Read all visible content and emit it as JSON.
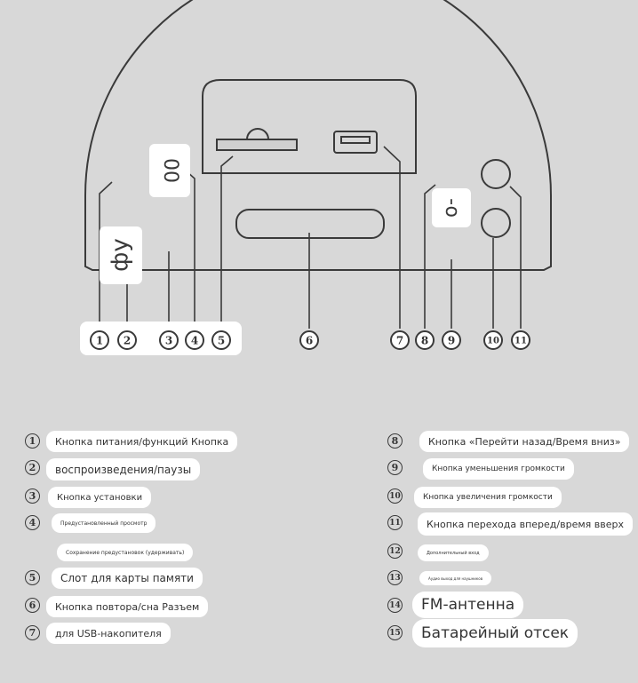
{
  "diagram": {
    "callout_numbers": [
      "1",
      "2",
      "3",
      "4",
      "5",
      "6",
      "7",
      "8",
      "9",
      "10",
      "11"
    ],
    "device_labels": {
      "play_glyph": "фу",
      "setup_glyph": "00",
      "back_glyph": "-o"
    }
  },
  "legend": {
    "left": [
      {
        "number": "1",
        "text": "Кнопка питания/функций Кнопка"
      },
      {
        "number": "2",
        "text": "воспроизведения/паузы"
      },
      {
        "number": "3",
        "text": "Кнопка установки"
      },
      {
        "number": "4",
        "text": "Предустановленный просмотр"
      },
      {
        "number": "",
        "text": "Сохранение предустановок (удерживать)"
      },
      {
        "number": "5",
        "text": "Слот для карты памяти"
      },
      {
        "number": "6",
        "text": "Кнопка повтора/сна Разъем"
      },
      {
        "number": "7",
        "text": "для USB-накопителя"
      }
    ],
    "right": [
      {
        "number": "8",
        "text": "Кнопка «Перейти назад/Время вниз»"
      },
      {
        "number": "9",
        "text": "Кнопка уменьшения громкости"
      },
      {
        "number": "10",
        "text": "Кнопка увеличения громкости"
      },
      {
        "number": "11",
        "text": "Кнопка перехода вперед/время вверх"
      },
      {
        "number": "12",
        "text": "Дополнительный вход"
      },
      {
        "number": "13",
        "text": "Аудио выход для наушников"
      },
      {
        "number": "14",
        "text": "FM-антенна"
      },
      {
        "number": "15",
        "text": "Батарейный отсек"
      }
    ]
  }
}
